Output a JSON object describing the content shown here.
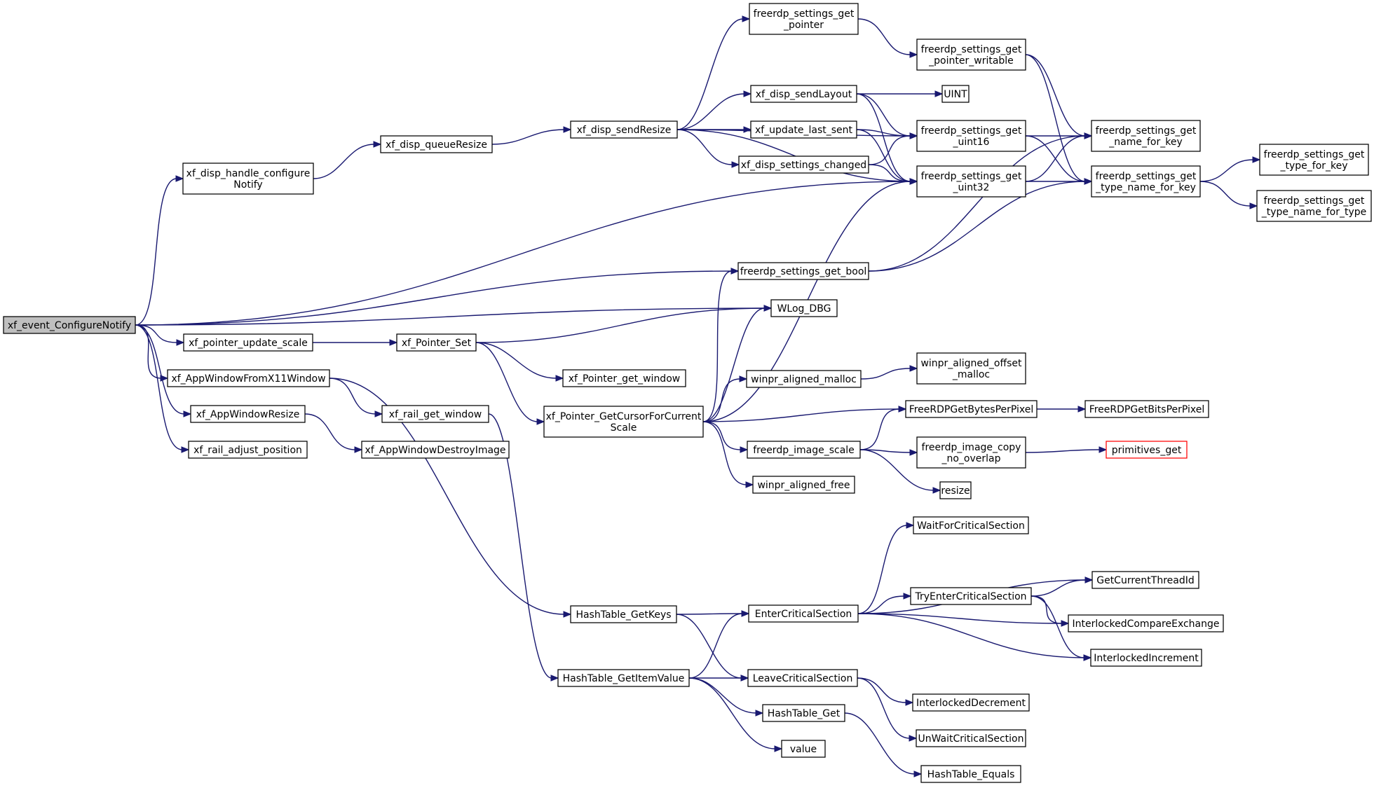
{
  "graph": {
    "colors": {
      "edge": "#191970",
      "node_border": "#000000",
      "root_fill": "#bfbfbf",
      "highlight_border": "#ff0000"
    },
    "nodes": {
      "xf_event_ConfigureNotify": [
        "xf_event_ConfigureNotify"
      ],
      "xf_disp_handle_configureNotify": [
        "xf_disp_handle_configure",
        "Notify"
      ],
      "xf_disp_queueResize": [
        "xf_disp_queueResize"
      ],
      "xf_disp_sendResize": [
        "xf_disp_sendResize"
      ],
      "freerdp_settings_get_pointer": [
        "freerdp_settings_get",
        "_pointer"
      ],
      "freerdp_settings_get_pointer_writable": [
        "freerdp_settings_get",
        "_pointer_writable"
      ],
      "xf_disp_sendLayout": [
        "xf_disp_sendLayout"
      ],
      "UINT": [
        "UINT"
      ],
      "xf_update_last_sent": [
        "xf_update_last_sent"
      ],
      "freerdp_settings_get_uint16": [
        "freerdp_settings_get",
        "_uint16"
      ],
      "freerdp_settings_get_name_for_key": [
        "freerdp_settings_get",
        "_name_for_key"
      ],
      "xf_disp_settings_changed": [
        "xf_disp_settings_changed"
      ],
      "freerdp_settings_get_uint32": [
        "freerdp_settings_get",
        "_uint32"
      ],
      "freerdp_settings_get_type_name_for_key": [
        "freerdp_settings_get",
        "_type_name_for_key"
      ],
      "freerdp_settings_get_type_for_key": [
        "freerdp_settings_get",
        "_type_for_key"
      ],
      "freerdp_settings_get_type_name_for_type": [
        "freerdp_settings_get",
        "_type_name_for_type"
      ],
      "freerdp_settings_get_bool": [
        "freerdp_settings_get_bool"
      ],
      "WLog_DBG": [
        "WLog_DBG"
      ],
      "xf_pointer_update_scale": [
        "xf_pointer_update_scale"
      ],
      "xf_Pointer_Set": [
        "xf_Pointer_Set"
      ],
      "winpr_aligned_offset_malloc": [
        "winpr_aligned_offset",
        "_malloc"
      ],
      "xf_AppWindowFromX11Window": [
        "xf_AppWindowFromX11Window"
      ],
      "xf_Pointer_get_window": [
        "xf_Pointer_get_window"
      ],
      "winpr_aligned_malloc": [
        "winpr_aligned_malloc"
      ],
      "xf_AppWindowResize": [
        "xf_AppWindowResize"
      ],
      "xf_rail_get_window": [
        "xf_rail_get_window"
      ],
      "xf_Pointer_GetCursorForCurrentScale": [
        "xf_Pointer_GetCursorForCurrent",
        "Scale"
      ],
      "FreeRDPGetBytesPerPixel": [
        "FreeRDPGetBytesPerPixel"
      ],
      "FreeRDPGetBitsPerPixel": [
        "FreeRDPGetBitsPerPixel"
      ],
      "xf_rail_adjust_position": [
        "xf_rail_adjust_position"
      ],
      "xf_AppWindowDestroyImage": [
        "xf_AppWindowDestroyImage"
      ],
      "freerdp_image_scale": [
        "freerdp_image_scale"
      ],
      "freerdp_image_copy_no_overlap": [
        "freerdp_image_copy",
        "_no_overlap"
      ],
      "primitives_get": [
        "primitives_get"
      ],
      "winpr_aligned_free": [
        "winpr_aligned_free"
      ],
      "resize": [
        "resize"
      ],
      "WaitForCriticalSection": [
        "WaitForCriticalSection"
      ],
      "GetCurrentThreadId": [
        "GetCurrentThreadId"
      ],
      "TryEnterCriticalSection": [
        "TryEnterCriticalSection"
      ],
      "HashTable_GetKeys": [
        "HashTable_GetKeys"
      ],
      "EnterCriticalSection": [
        "EnterCriticalSection"
      ],
      "InterlockedCompareExchange": [
        "InterlockedCompareExchange"
      ],
      "InterlockedIncrement": [
        "InterlockedIncrement"
      ],
      "HashTable_GetItemValue": [
        "HashTable_GetItemValue"
      ],
      "LeaveCriticalSection": [
        "LeaveCriticalSection"
      ],
      "InterlockedDecrement": [
        "InterlockedDecrement"
      ],
      "HashTable_Get": [
        "HashTable_Get"
      ],
      "UnWaitCriticalSection": [
        "UnWaitCriticalSection"
      ],
      "value": [
        "value"
      ],
      "HashTable_Equals": [
        "HashTable_Equals"
      ]
    },
    "edges": [
      [
        "xf_event_ConfigureNotify",
        "xf_disp_handle_configureNotify"
      ],
      [
        "xf_event_ConfigureNotify",
        "freerdp_settings_get_uint32"
      ],
      [
        "xf_event_ConfigureNotify",
        "freerdp_settings_get_bool"
      ],
      [
        "xf_event_ConfigureNotify",
        "WLog_DBG"
      ],
      [
        "xf_event_ConfigureNotify",
        "xf_pointer_update_scale"
      ],
      [
        "xf_event_ConfigureNotify",
        "xf_AppWindowFromX11Window"
      ],
      [
        "xf_event_ConfigureNotify",
        "xf_AppWindowResize"
      ],
      [
        "xf_event_ConfigureNotify",
        "xf_rail_adjust_position"
      ],
      [
        "xf_disp_handle_configureNotify",
        "xf_disp_queueResize"
      ],
      [
        "xf_disp_queueResize",
        "xf_disp_sendResize"
      ],
      [
        "xf_disp_sendResize",
        "freerdp_settings_get_pointer"
      ],
      [
        "xf_disp_sendResize",
        "freerdp_settings_get_uint16"
      ],
      [
        "xf_disp_sendResize",
        "xf_disp_sendLayout"
      ],
      [
        "xf_disp_sendResize",
        "xf_update_last_sent"
      ],
      [
        "xf_disp_sendResize",
        "xf_disp_settings_changed"
      ],
      [
        "xf_disp_sendResize",
        "freerdp_settings_get_uint32"
      ],
      [
        "freerdp_settings_get_pointer",
        "freerdp_settings_get_pointer_writable"
      ],
      [
        "freerdp_settings_get_pointer_writable",
        "freerdp_settings_get_name_for_key"
      ],
      [
        "freerdp_settings_get_pointer_writable",
        "freerdp_settings_get_type_name_for_key"
      ],
      [
        "xf_disp_sendLayout",
        "UINT"
      ],
      [
        "xf_disp_sendLayout",
        "freerdp_settings_get_uint16"
      ],
      [
        "xf_disp_sendLayout",
        "freerdp_settings_get_uint32"
      ],
      [
        "xf_update_last_sent",
        "freerdp_settings_get_uint16"
      ],
      [
        "xf_update_last_sent",
        "freerdp_settings_get_uint32"
      ],
      [
        "xf_disp_settings_changed",
        "freerdp_settings_get_uint16"
      ],
      [
        "xf_disp_settings_changed",
        "freerdp_settings_get_uint32"
      ],
      [
        "freerdp_settings_get_uint16",
        "freerdp_settings_get_name_for_key"
      ],
      [
        "freerdp_settings_get_uint16",
        "freerdp_settings_get_type_name_for_key"
      ],
      [
        "freerdp_settings_get_uint32",
        "freerdp_settings_get_name_for_key"
      ],
      [
        "freerdp_settings_get_uint32",
        "freerdp_settings_get_type_name_for_key"
      ],
      [
        "freerdp_settings_get_type_name_for_key",
        "freerdp_settings_get_type_for_key"
      ],
      [
        "freerdp_settings_get_type_name_for_key",
        "freerdp_settings_get_type_name_for_type"
      ],
      [
        "freerdp_settings_get_bool",
        "freerdp_settings_get_name_for_key"
      ],
      [
        "freerdp_settings_get_bool",
        "freerdp_settings_get_type_name_for_key"
      ],
      [
        "xf_pointer_update_scale",
        "xf_Pointer_Set"
      ],
      [
        "xf_Pointer_Set",
        "WLog_DBG"
      ],
      [
        "xf_Pointer_Set",
        "xf_Pointer_get_window"
      ],
      [
        "xf_Pointer_Set",
        "xf_Pointer_GetCursorForCurrentScale"
      ],
      [
        "xf_AppWindowFromX11Window",
        "xf_rail_get_window"
      ],
      [
        "xf_AppWindowFromX11Window",
        "HashTable_GetKeys"
      ],
      [
        "xf_AppWindowResize",
        "xf_AppWindowDestroyImage"
      ],
      [
        "xf_rail_get_window",
        "HashTable_GetItemValue"
      ],
      [
        "xf_Pointer_GetCursorForCurrentScale",
        "freerdp_settings_get_bool"
      ],
      [
        "xf_Pointer_GetCursorForCurrentScale",
        "WLog_DBG"
      ],
      [
        "xf_Pointer_GetCursorForCurrentScale",
        "freerdp_settings_get_uint32"
      ],
      [
        "xf_Pointer_GetCursorForCurrentScale",
        "winpr_aligned_malloc"
      ],
      [
        "xf_Pointer_GetCursorForCurrentScale",
        "FreeRDPGetBytesPerPixel"
      ],
      [
        "xf_Pointer_GetCursorForCurrentScale",
        "freerdp_image_scale"
      ],
      [
        "xf_Pointer_GetCursorForCurrentScale",
        "winpr_aligned_free"
      ],
      [
        "winpr_aligned_malloc",
        "winpr_aligned_offset_malloc"
      ],
      [
        "FreeRDPGetBytesPerPixel",
        "FreeRDPGetBitsPerPixel"
      ],
      [
        "freerdp_image_scale",
        "FreeRDPGetBytesPerPixel"
      ],
      [
        "freerdp_image_scale",
        "freerdp_image_copy_no_overlap"
      ],
      [
        "freerdp_image_scale",
        "resize"
      ],
      [
        "freerdp_image_copy_no_overlap",
        "primitives_get"
      ],
      [
        "HashTable_GetKeys",
        "EnterCriticalSection"
      ],
      [
        "HashTable_GetKeys",
        "LeaveCriticalSection"
      ],
      [
        "HashTable_GetItemValue",
        "EnterCriticalSection"
      ],
      [
        "HashTable_GetItemValue",
        "LeaveCriticalSection"
      ],
      [
        "HashTable_GetItemValue",
        "HashTable_Get"
      ],
      [
        "HashTable_GetItemValue",
        "value"
      ],
      [
        "EnterCriticalSection",
        "WaitForCriticalSection"
      ],
      [
        "EnterCriticalSection",
        "GetCurrentThreadId"
      ],
      [
        "EnterCriticalSection",
        "TryEnterCriticalSection"
      ],
      [
        "EnterCriticalSection",
        "InterlockedCompareExchange"
      ],
      [
        "EnterCriticalSection",
        "InterlockedIncrement"
      ],
      [
        "TryEnterCriticalSection",
        "GetCurrentThreadId"
      ],
      [
        "TryEnterCriticalSection",
        "InterlockedCompareExchange"
      ],
      [
        "TryEnterCriticalSection",
        "InterlockedIncrement"
      ],
      [
        "LeaveCriticalSection",
        "InterlockedDecrement"
      ],
      [
        "LeaveCriticalSection",
        "UnWaitCriticalSection"
      ],
      [
        "HashTable_Get",
        "HashTable_Equals"
      ]
    ]
  }
}
